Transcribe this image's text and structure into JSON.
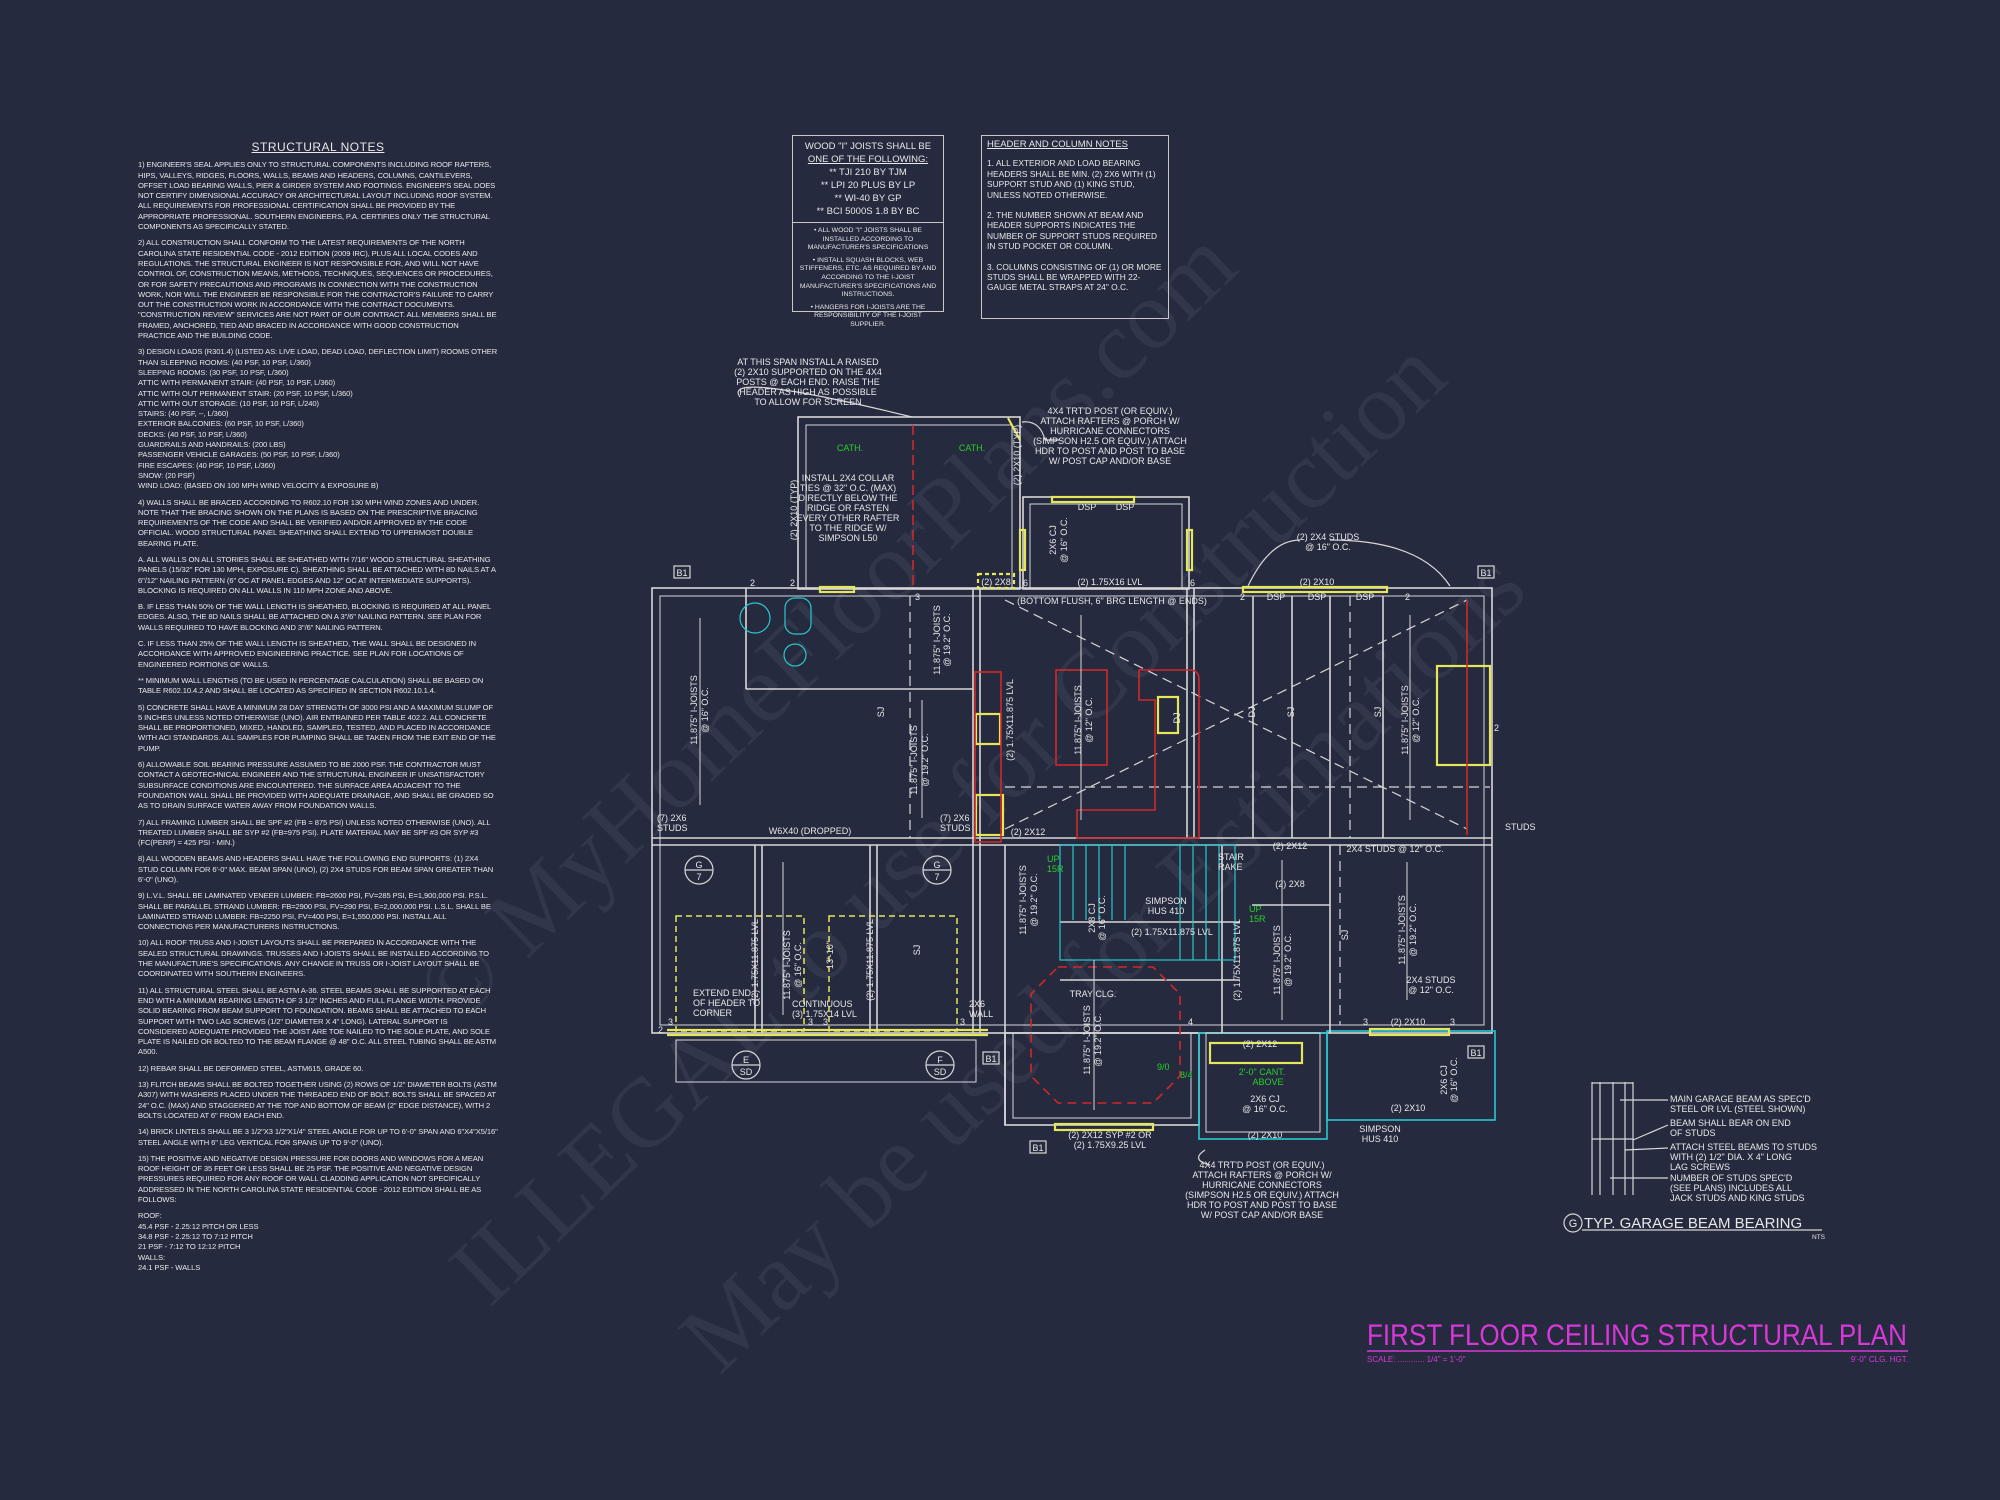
{
  "structural_notes": {
    "title": "STRUCTURAL NOTES",
    "paragraphs": [
      "1) ENGINEER'S SEAL APPLIES ONLY TO STRUCTURAL COMPONENTS INCLUDING ROOF RAFTERS, HIPS, VALLEYS, RIDGES, FLOORS, WALLS, BEAMS AND HEADERS, COLUMNS, CANTILEVERS, OFFSET LOAD BEARING WALLS, PIER & GIRDER SYSTEM AND FOOTINGS. ENGINEER'S SEAL DOES NOT CERTIFY DIMENSIONAL ACCURACY OR ARCHITECTURAL LAYOUT INCLUDING ROOF SYSTEM. ALL REQUIREMENTS FOR PROFESSIONAL CERTIFICATION SHALL BE PROVIDED BY THE APPROPRIATE PROFESSIONAL. SOUTHERN ENGINEERS, P.A. CERTIFIES ONLY THE STRUCTURAL COMPONENTS AS SPECIFICALLY STATED.",
      "2) ALL CONSTRUCTION SHALL CONFORM TO THE LATEST REQUIREMENTS OF THE NORTH CAROLINA STATE RESIDENTIAL CODE - 2012 EDITION (2009 IRC), PLUS ALL LOCAL CODES AND REGULATIONS. THE STRUCTURAL ENGINEER IS NOT RESPONSIBLE FOR, AND WILL NOT HAVE CONTROL OF, CONSTRUCTION MEANS, METHODS, TECHNIQUES, SEQUENCES OR PROCEDURES, OR FOR SAFETY PRECAUTIONS AND PROGRAMS IN CONNECTION WITH THE CONSTRUCTION WORK, NOR WILL THE ENGINEER BE RESPONSIBLE FOR THE CONTRACTOR'S FAILURE TO CARRY OUT THE CONSTRUCTION WORK IN ACCORDANCE WITH THE CONTRACT DOCUMENTS. \"CONSTRUCTION REVIEW\" SERVICES ARE NOT PART OF OUR CONTRACT. ALL MEMBERS SHALL BE FRAMED, ANCHORED, TIED AND BRACED IN ACCORDANCE WITH GOOD CONSTRUCTION PRACTICE AND THE BUILDING CODE.",
      "3) DESIGN LOADS (R301.4) (LISTED AS: LIVE LOAD, DEAD LOAD, DEFLECTION LIMIT) ROOMS OTHER THAN SLEEPING ROOMS: (40 PSF, 10 PSF, L/360)\nSLEEPING ROOMS: (30 PSF, 10 PSF, L/360)\nATTIC WITH PERMANENT STAIR: (40 PSF, 10 PSF, L/360)\nATTIC WITH OUT PERMANENT STAIR: (20 PSF, 10 PSF, L/360)\nATTIC WITH OUT STORAGE: (10 PSF, 10 PSF, L/240)\nSTAIRS: (40 PSF, --, L/360)\nEXTERIOR BALCONIES: (60 PSF, 10 PSF, L/360)\nDECKS: (40 PSF, 10 PSF, L/360)\nGUARDRAILS AND HANDRAILS: (200 LBS)\nPASSENGER VEHICLE GARAGES: (50 PSF, 10 PSF, L/360)\nFIRE ESCAPES: (40 PSF, 10 PSF, L/360)\nSNOW: (20 PSF)\nWIND LOAD: (BASED ON 100 MPH WIND VELOCITY & EXPOSURE B)",
      "4) WALLS SHALL BE BRACED ACCORDING TO R602.10 FOR 130 MPH WIND ZONES AND UNDER. NOTE THAT THE BRACING SHOWN ON THE PLANS IS BASED ON THE PRESCRIPTIVE BRACING REQUIREMENTS OF THE CODE AND SHALL BE VERIFIED AND/OR APPROVED BY THE CODE OFFICIAL. WOOD STRUCTURAL PANEL SHEATHING SHALL EXTEND TO UPPERMOST DOUBLE BEARING PLATE.",
      "A. ALL WALLS ON ALL STORIES SHALL BE SHEATHED WITH 7/16\" WOOD STRUCTURAL SHEATHING PANELS (15/32\" FOR 130 MPH, EXPOSURE C). SHEATHING SHALL BE ATTACHED WITH 8D NAILS AT A 6\"/12\" NAILING PATTERN (6\" OC AT PANEL EDGES AND 12\" OC AT INTERMEDIATE SUPPORTS). BLOCKING IS REQUIRED ON ALL WALLS IN 110 MPH ZONE AND ABOVE.",
      "B. IF LESS THAN 50% OF THE WALL LENGTH IS SHEATHED, BLOCKING IS REQUIRED AT ALL PANEL EDGES. ALSO, THE 8D NAILS SHALL BE ATTACHED ON A 3\"/6\" NAILING PATTERN. SEE PLAN FOR WALLS REQUIRED TO HAVE BLOCKING AND 3\"/6\" NAILING PATTERN.",
      "C. IF LESS THAN 25% OF THE WALL LENGTH IS SHEATHED, THE WALL SHALL BE DESIGNED IN ACCORDANCE WITH APPROVED ENGINEERING PRACTICE. SEE PLAN FOR LOCATIONS OF ENGINEERED PORTIONS OF WALLS.",
      "** MINIMUM WALL LENGTHS (TO BE USED IN PERCENTAGE CALCULATION) SHALL BE BASED ON TABLE R602.10.4.2 AND SHALL BE LOCATED AS SPECIFIED IN SECTION R602.10.1.4.",
      "5) CONCRETE SHALL HAVE A MINIMUM 28 DAY STRENGTH OF 3000 PSI AND A MAXIMUM SLUMP OF 5 INCHES UNLESS NOTED OTHERWISE (UNO). AIR ENTRAINED PER TABLE 402.2. ALL CONCRETE SHALL BE PROPORTIONED, MIXED, HANDLED, SAMPLED, TESTED, AND PLACED IN ACCORDANCE WITH ACI STANDARDS. ALL SAMPLES FOR PUMPING SHALL BE TAKEN FROM THE EXIT END OF THE PUMP.",
      "6) ALLOWABLE SOIL BEARING PRESSURE ASSUMED TO BE 2000 PSF. THE CONTRACTOR MUST CONTACT A GEOTECHNICAL ENGINEER AND THE STRUCTURAL ENGINEER IF UNSATISFACTORY SUBSURFACE CONDITIONS ARE ENCOUNTERED. THE SURFACE AREA ADJACENT TO THE FOUNDATION WALL SHALL BE PROVIDED WITH ADEQUATE DRAINAGE, AND SHALL BE GRADED SO AS TO DRAIN SURFACE WATER AWAY FROM FOUNDATION WALLS.",
      "7) ALL FRAMING LUMBER SHALL BE SPF #2 (FB = 875 PSI) UNLESS NOTED OTHERWISE (UNO). ALL TREATED LUMBER SHALL BE SYP #2 (FB=975 PSI). PLATE MATERIAL MAY BE SPF #3 OR SYP #3 (FC(PERP) = 425 PSI - MIN.)",
      "8) ALL WOODEN BEAMS AND HEADERS SHALL HAVE THE FOLLOWING END SUPPORTS: (1) 2X4 STUD COLUMN FOR 6'-0\" MAX. BEAM SPAN (UNO), (2) 2X4 STUDS FOR BEAM SPAN GREATER THAN 6'-0\" (UNO).",
      "9) L.V.L. SHALL BE LAMINATED VENEER LUMBER: FB=2600 PSI, FV=285 PSI, E=1,900,000 PSI. P.S.L. SHALL BE PARALLEL STRAND LUMBER: FB=2900 PSI, FV=290 PSI, E=2,000,000 PSI. L.S.L. SHALL BE LAMINATED STRAND LUMBER: FB=2250 PSI, FV=400 PSI, E=1,550,000 PSI. INSTALL ALL CONNECTIONS PER MANUFACTURERS INSTRUCTIONS.",
      "10) ALL ROOF TRUSS AND I-JOIST LAYOUTS SHALL BE PREPARED IN ACCORDANCE WITH THE SEALED STRUCTURAL DRAWINGS. TRUSSES AND I-JOISTS SHALL BE INSTALLED ACCORDING TO THE MANUFACTURE'S SPECIFICATIONS. ANY CHANGE IN TRUSS OR I-JOIST LAYOUT SHALL BE COORDINATED WITH SOUTHERN ENGINEERS.",
      "11) ALL STRUCTURAL STEEL SHALL BE ASTM A-36. STEEL BEAMS SHALL BE SUPPORTED AT EACH END WITH A MINIMUM BEARING LENGTH OF 3 1/2\" INCHES AND FULL FLANGE WIDTH. PROVIDE SOLID BEARING FROM BEAM SUPPORT TO FOUNDATION. BEAMS SHALL BE ATTACHED TO EACH SUPPORT WITH TWO LAG SCREWS (1/2\" DIAMETER x 4\" LONG). LATERAL SUPPORT IS CONSIDERED ADEQUATE PROVIDED THE JOIST ARE TOE NAILED TO THE SOLE PLATE, AND SOLE PLATE IS NAILED OR BOLTED TO THE BEAM FLANGE @ 48\" O.C. ALL STEEL TUBING SHALL BE ASTM A500.",
      "12) REBAR SHALL BE DEFORMED STEEL, ASTM615, GRADE 60.",
      "13) FLITCH BEAMS SHALL BE BOLTED TOGETHER USING (2) ROWS OF 1/2\" DIAMETER BOLTS (ASTM A307) WITH WASHERS PLACED UNDER THE THREADED END OF BOLT. BOLTS SHALL BE SPACED AT 24\" O.C. (MAX) AND STAGGERED AT THE TOP AND BOTTOM OF BEAM (2\" EDGE DISTANCE), WITH 2 BOLTS LOCATED AT 6\" FROM EACH END.",
      "14) BRICK LINTELS SHALL BE 3 1/2\"x3 1/2\"x1/4\" STEEL ANGLE FOR UP TO 6'-0\" SPAN AND 6\"x4\"x5/16\" STEEL ANGLE WITH 6\" LEG VERTICAL FOR SPANS UP TO 9'-0\" (UNO).",
      "15) THE POSITIVE AND NEGATIVE DESIGN PRESSURE FOR DOORS AND WINDOWS FOR A MEAN ROOF HEIGHT OF 35 FEET OR LESS SHALL BE 25 PSF. THE POSITIVE AND NEGATIVE DESIGN PRESSURES REQUIRED FOR ANY ROOF OR WALL CLADDING APPLICATION NOT SPECIFICALLY ADDRESSED IN THE NORTH CAROLINA STATE RESIDENTIAL CODE - 2012 EDITION SHALL BE AS FOLLOWS:",
      "ROOF:\n  45.4 PSF - 2.25:12 PITCH OR LESS\n  34.8 PSF - 2.25:12 TO 7:12 PITCH\n  21 PSF - 7:12 TO 12:12 PITCH\nWALLS:\n  24.1 PSF - WALLS"
    ]
  },
  "ijoist_notes": {
    "heading_1": "WOOD \"I\" JOISTS SHALL BE",
    "heading_2": "ONE OF THE FOLLOWING:",
    "options": [
      "** TJI 210 BY TJM",
      "** LPI 20 PLUS BY LP",
      "** WI-40 BY GP",
      "** BCI 5000s 1.8 BY BC"
    ],
    "notes": [
      "• ALL WOOD \"I\" JOISTS SHALL BE INSTALLED ACCORDING TO MANUFACTURER'S SPECIFICATIONS",
      "• INSTALL SQUASH BLOCKS, WEB STIFFENERS, ETC. AS REQUIRED BY AND ACCORDING TO THE I-JOIST MANUFACTURER'S SPECIFICATIONS AND INSTRUCTIONS.",
      "• HANGERS FOR I-JOISTS ARE THE RESPONSIBILITY OF THE I-JOIST SUPPLIER."
    ]
  },
  "header_notes": {
    "title": "HEADER AND COLUMN NOTES",
    "items": [
      "1. ALL EXTERIOR AND LOAD BEARING HEADERS SHALL BE MIN. (2) 2x6 WITH (1) SUPPORT STUD AND (1) KING STUD, UNLESS NOTED OTHERWISE.",
      "2. THE NUMBER SHOWN AT BEAM AND HEADER SUPPORTS INDICATES THE NUMBER OF SUPPORT STUDS REQUIRED IN STUD POCKET OR COLUMN.",
      "3. COLUMNS CONSISTING OF (1) OR MORE STUDS SHALL BE WRAPPED WITH 22-GAUGE METAL STRAPS AT 24\" O.C."
    ]
  },
  "plan": {
    "raised_header_note": [
      "AT THIS SPAN INSTALL A RAISED",
      "(2) 2x10 SUPPORTED ON THE 4x4",
      "POSTS @ EACH END. RAISE THE",
      "HEADER AS HIGH AS POSSIBLE",
      "TO ALLOW FOR SCREEN"
    ],
    "post_note": [
      "4x4 TRT'D POST (OR EQUIV.)",
      "ATTACH RAFTERS @ PORCH w/",
      "HURRICANE CONNECTORS",
      "(SIMPSON H2.5 OR EQUIV.) ATTACH",
      "HDR TO POST AND POST TO BASE",
      "w/ POST CAP AND/OR BASE"
    ],
    "collar_note": [
      "INSTALL 2x4 COLLAR",
      "TIES @ 32\" O.C. (MAX)",
      "DIRECTLY BELOW THE",
      "RIDGE OR FASTEN",
      "EVERY OTHER RAFTER",
      "TO THE RIDGE w/",
      "SIMPSON L50"
    ],
    "cath": "CATH.",
    "porch_header": "(2) 2x10 (TYP)",
    "dsp": "DSP",
    "cj_16": [
      "2x6 CJ",
      "@ 16\" O.C."
    ],
    "lvl_175x16": "(2) 1.75X16 LVL",
    "two_2x8": "(2) 2x8",
    "two_2x10": "(2) 2x10",
    "two_2x12": "(2) 2x12",
    "studs_16": [
      "(2) 2X4 STUDS",
      "@ 16\" O.C."
    ],
    "bottom_flush": "(BOTTOM FLUSH, 6\" BRG LENGTH @ ENDS)",
    "joists_16": [
      "11.875\" I-JOISTS",
      "@ 16\" O.C."
    ],
    "joists_192": [
      "11.875\" I-JOISTS",
      "@ 19.2\" O.C."
    ],
    "joists_12": [
      "11.875\" I-JOISTS",
      "@ 12\" O.C."
    ],
    "sj": "SJ",
    "dj": "DJ",
    "lvl_175x11875": "(2) 1.75x11.875 LVL",
    "studs_7": [
      "(7) 2x6",
      "STUDS"
    ],
    "w6x40": "W6x40 (DROPPED)",
    "studs_12_line": "2x4 STUDS @ 12\" O.C.",
    "studs_12": [
      "2X4 STUDS",
      "@ 12\" O.C."
    ],
    "studs": "STUDS",
    "stair_rake": [
      "STAIR",
      "RAKE"
    ],
    "up": [
      "UP",
      "15R"
    ],
    "simpson_hus": [
      "SIMPSON",
      "HUS 410"
    ],
    "cj_8": [
      "2x8 CJ",
      "@ 16\" O.C."
    ],
    "tray": "TRAY CLG.",
    "extend_header": [
      "EXTEND END",
      "OF HEADER TO",
      "CORNER"
    ],
    "continuous": [
      "CONTINUOUS",
      "(3) 1.75x14 LVL"
    ],
    "wall_2x6": [
      "2x6",
      "WALL"
    ],
    "dim_13": "13'-10\"",
    "syp": [
      "(2) 2x12 SYP #2 OR",
      "(2) 1.75x9.25 LVL"
    ],
    "cant": [
      "2'-0\" CANT.",
      "ABOVE"
    ],
    "ceiling_heights": [
      "9/0",
      "8/4"
    ],
    "bubble_b1": "B1",
    "bubble_g": [
      "G",
      "7"
    ],
    "bubble_e": [
      "E",
      "SD"
    ],
    "bubble_f": [
      "F",
      "SD"
    ],
    "stud_counts": [
      "2",
      "3",
      "4",
      "6"
    ]
  },
  "detail": {
    "title": "TYP. GARAGE BEAM BEARING",
    "marker": "G",
    "nts": "NTS",
    "callouts": [
      [
        "MAIN GARAGE BEAM AS SPEC'D",
        "STEEL OR LVL (STEEL SHOWN)"
      ],
      [
        "BEAM SHALL BEAR ON END",
        "OF STUDS"
      ],
      [
        "ATTACH STEEL BEAMS TO STUDS",
        "WITH (2) 1/2\" DIA. x 4\" LONG",
        "LAG SCREWS"
      ],
      [
        "NUMBER OF STUDS SPEC'D",
        "(SEE PLANS) INCLUDES ALL",
        "JACK STUDS AND KING STUDS"
      ]
    ]
  },
  "title_block": {
    "title": "FIRST FLOOR CEILING STRUCTURAL PLAN",
    "scale_label": "SCALE: ............ 1/4\" = 1'-0\"",
    "ceiling_height": "9'-0\" CLG. HGT."
  },
  "watermark": [
    "© MyHomeFloorPlans.com",
    "ILLEGAL to use for Construction",
    "May be used for Estimations"
  ],
  "colors": {
    "background": "#252a3e",
    "walls": "#d8d8d8",
    "headers": "#e6e65a",
    "cabinets": "#d02828",
    "stairs": "#28c8d0",
    "annotation_green": "#28d028",
    "title": "#d838d8"
  }
}
